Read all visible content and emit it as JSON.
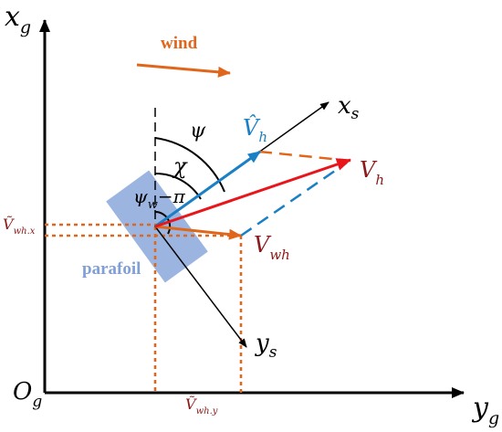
{
  "axes": {
    "x_main": "x",
    "x_sub": "g",
    "y_main": "y",
    "y_sub": "g",
    "origin_main": "O",
    "origin_sub": "g"
  },
  "wind": {
    "label": "wind"
  },
  "parafoil": {
    "label": "parafoil"
  },
  "angles": {
    "psi": "ψ",
    "chi": "χ",
    "psi_w_main": "ψ",
    "psi_w_sub": "w",
    "psi_w_rest": "−π"
  },
  "vectors": {
    "xs_main": "x",
    "xs_sub": "s",
    "ys_main": "y",
    "ys_sub": "s",
    "vh_hat_main": "V̂",
    "vh_hat_sub": "h",
    "vh_main": "V",
    "vh_sub": "h",
    "vwh_main": "V",
    "vwh_sub": "wh",
    "vwhx_main": "Ṽ",
    "vwhx_sub": "wh.x",
    "vwhy_main": "Ṽ",
    "vwhy_sub": "wh.y"
  },
  "colors": {
    "axis": "#000000",
    "orange": "#e0661b",
    "blue": "#1a7fc4",
    "red": "#e8161b",
    "dark_red": "#8b1a1a",
    "parafoil_fill": "#9bb5e0",
    "parafoil_text": "#7f9fd6"
  }
}
